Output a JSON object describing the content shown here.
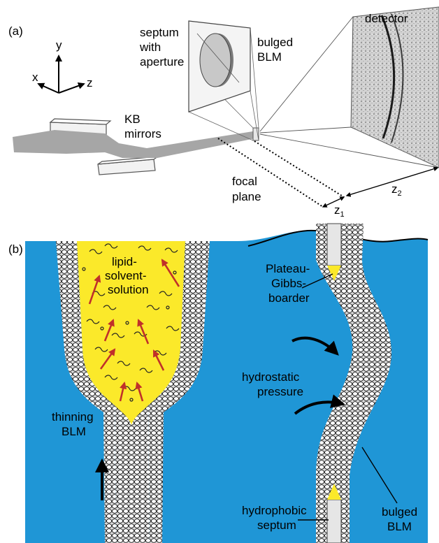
{
  "panel_a": {
    "label": "(a)",
    "axes": {
      "x": "x",
      "y": "y",
      "z": "z"
    },
    "septum_label": [
      "septum",
      "with",
      "aperture"
    ],
    "bulged_label": [
      "bulged",
      "BLM"
    ],
    "detector_label": "detector",
    "kb_label": [
      "KB",
      "mirrors"
    ],
    "focal_label": [
      "focal",
      "plane"
    ],
    "z1": {
      "main": "z",
      "sub": "1"
    },
    "z2": {
      "main": "z",
      "sub": "2"
    }
  },
  "panel_b": {
    "label": "(b)",
    "solution_label": [
      "lipid-",
      "solvent-",
      "solution"
    ],
    "thinning_label": [
      "thinning",
      "BLM"
    ],
    "plateau_label": [
      "Plateau-",
      "Gibbs-",
      "boarder"
    ],
    "pressure_label": [
      "hydrostatic",
      "pressure"
    ],
    "hydrophobic_label": [
      "hydrophobic",
      "septum"
    ],
    "bulged_label": [
      "bulged",
      "BLM"
    ]
  },
  "colors": {
    "water": "#1f96d6",
    "lipid_solution": "#fbe92a",
    "arrow_red": "#c0302a",
    "beam_gray": "#a6a6a6",
    "septum_gray": "#d9d9d9"
  }
}
